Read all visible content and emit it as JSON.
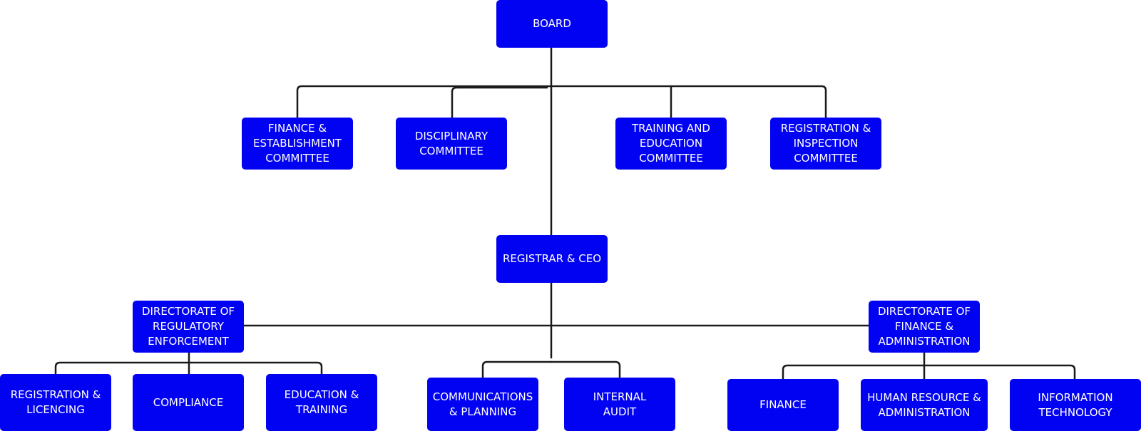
{
  "colors": {
    "box_fill": "#0202F2",
    "box_text": "#FFFFFF",
    "connector": "#1A1A1A",
    "background": "#FFFFFF"
  },
  "nodes": {
    "board": "BOARD",
    "finance_establishment_committee": "FINANCE &\nESTABLISHMENT\nCOMMITTEE",
    "disciplinary_committee": "DISCIPLINARY\nCOMMITTEE",
    "training_education_committee": "TRAINING AND\nEDUCATION\nCOMMITTEE",
    "registration_inspection_committee": "REGISTRATION &\nINSPECTION\nCOMMITTEE",
    "registrar_ceo": "REGISTRAR & CEO",
    "directorate_regulatory_enforcement": "DIRECTORATE OF\nREGULATORY\nENFORCEMENT",
    "directorate_finance_administration": "DIRECTORATE OF\nFINANCE &\nADMINISTRATION",
    "registration_licencing": "REGISTRATION &\nLICENCING",
    "compliance": "COMPLIANCE",
    "education_training": "EDUCATION &\nTRAINING",
    "communications_planning": "COMMUNICATIONS\n& PLANNING",
    "internal_audit": "INTERNAL\nAUDIT",
    "finance": "FINANCE",
    "human_resource_administration": "HUMAN RESOURCE &\nADMINISTRATION",
    "information_technology": "INFORMATION\nTECHNOLOGY"
  }
}
